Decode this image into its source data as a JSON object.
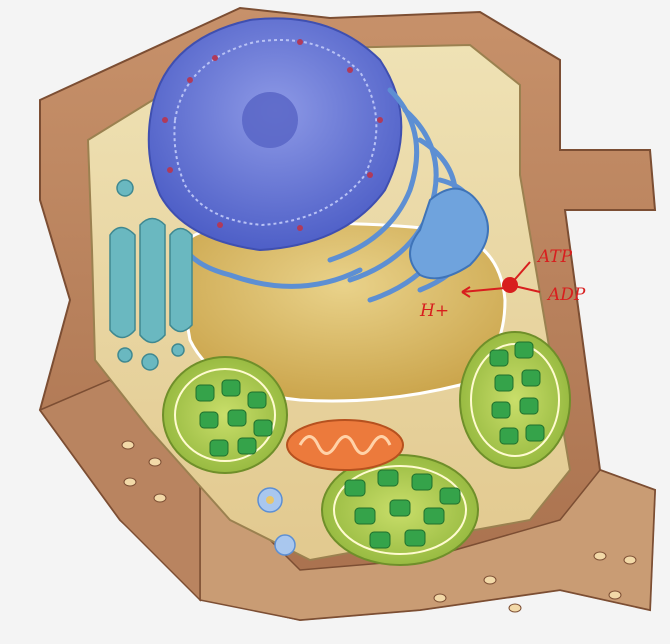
{
  "annotations": {
    "atp": "ATP",
    "adp": "ADP",
    "h_plus": "H+"
  },
  "colors": {
    "cell_wall": "#b07a55",
    "cytoplasm": "#ead9a4",
    "nucleus": "#6f7fd8",
    "er": "#5d8fd3",
    "vacuole": "#d8b455",
    "chloroplast": "#9ec44a",
    "thylakoid": "#35a34a",
    "golgi": "#6ab8c0",
    "mitochondrion": "#ec7a3c",
    "annotation": "#d81e1e"
  }
}
